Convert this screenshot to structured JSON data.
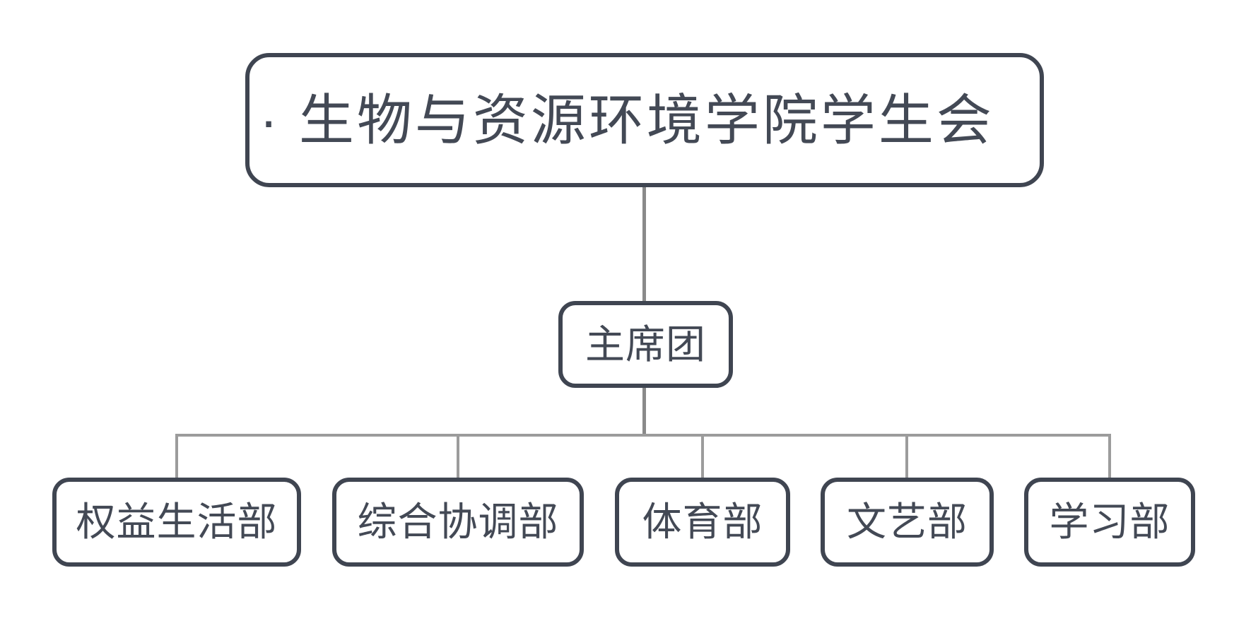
{
  "org_chart": {
    "type": "organization-tree",
    "root": {
      "label": "· 生物与资源环境学院学生会"
    },
    "children": [
      {
        "label": "主席团",
        "children": [
          {
            "label": "权益生活部"
          },
          {
            "label": "综合协调部"
          },
          {
            "label": "体育部"
          },
          {
            "label": "文艺部"
          },
          {
            "label": "学习部"
          }
        ]
      }
    ],
    "colors": {
      "node_border": "#3f4551",
      "node_text": "#434955",
      "connector": "#9c9c9c",
      "connector_strong": "#8a8a8a",
      "background": "#ffffff"
    }
  }
}
